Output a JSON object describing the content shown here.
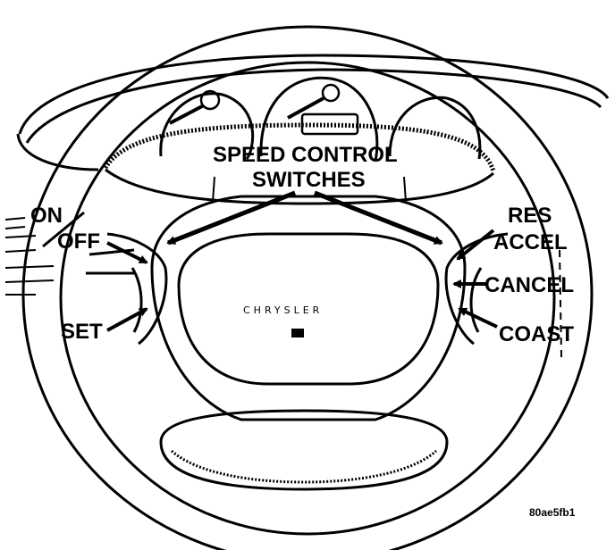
{
  "diagram": {
    "title_line1": "SPEED CONTROL",
    "title_line2": "SWITCHES",
    "left_labels": {
      "on": "ON",
      "off": "OFF",
      "set": "SET"
    },
    "right_labels": {
      "res": "RES",
      "accel": "ACCEL",
      "cancel": "CANCEL",
      "coast": "COAST"
    },
    "airbag_brand": "CHRYSLER",
    "figure_id": "80ae5fb1"
  },
  "colors": {
    "ink": "#000000",
    "paper": "#ffffff"
  }
}
